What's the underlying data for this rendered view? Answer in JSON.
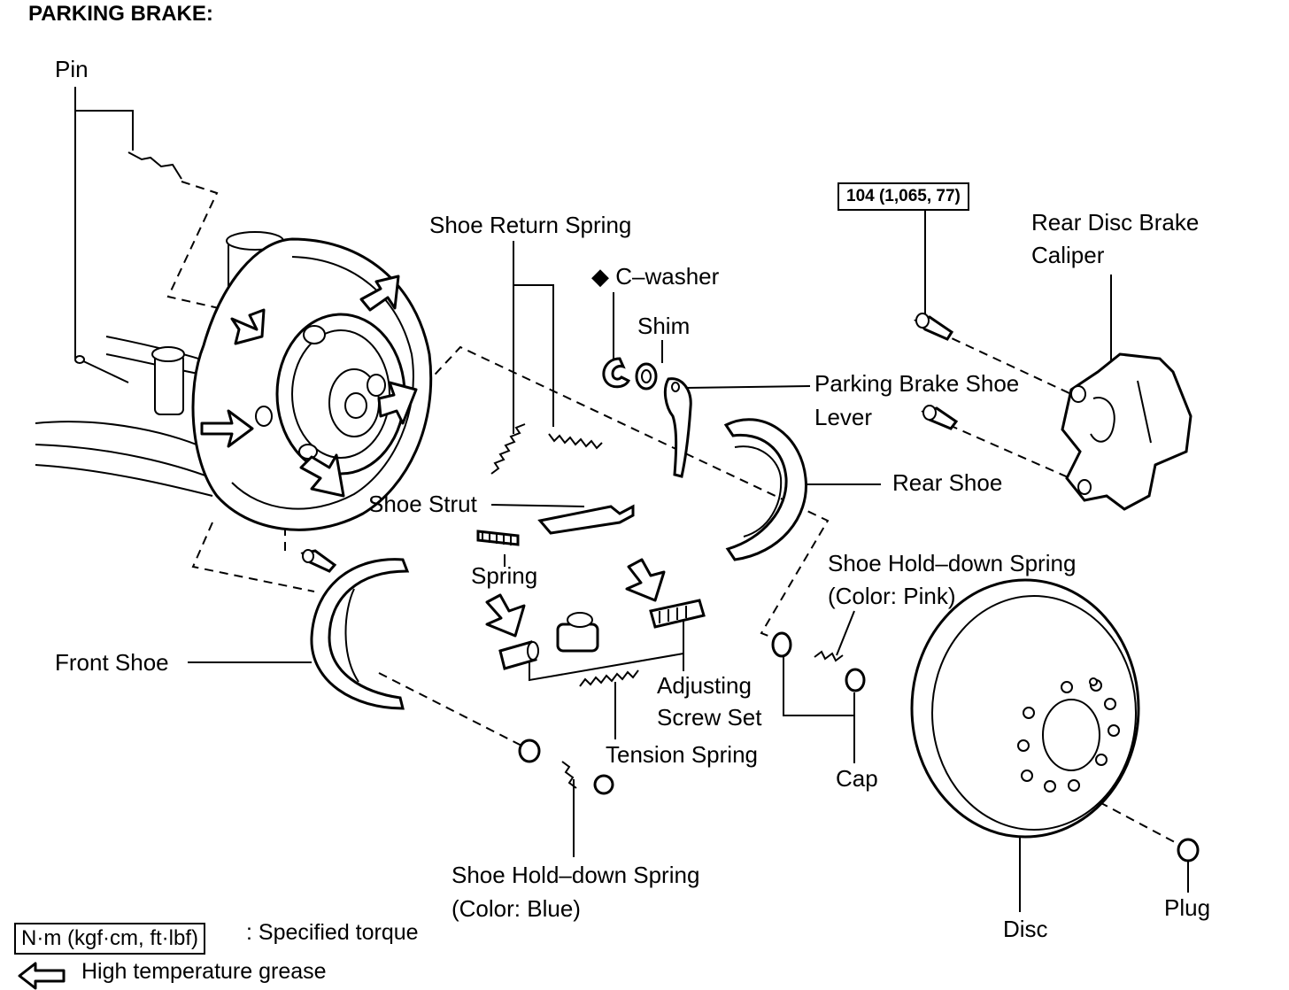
{
  "title": "PARKING BRAKE:",
  "torque_spec": "104 (1,065, 77)",
  "labels": {
    "pin": "Pin",
    "shoe_return_spring": "Shoe Return Spring",
    "c_washer": "◆ C–washer",
    "shim": "Shim",
    "parking_brake_shoe_lever_1": "Parking Brake Shoe",
    "parking_brake_shoe_lever_2": "Lever",
    "rear_disc_brake_caliper_1": "Rear Disc Brake",
    "rear_disc_brake_caliper_2": "Caliper",
    "rear_shoe": "Rear Shoe",
    "shoe_strut": "Shoe Strut",
    "spring": "Spring",
    "shoe_hold_down_spring_pink_1": "Shoe Hold–down Spring",
    "shoe_hold_down_spring_pink_2": "(Color: Pink)",
    "front_shoe": "Front Shoe",
    "adjusting_screw_set_1": "Adjusting",
    "adjusting_screw_set_2": "Screw Set",
    "tension_spring": "Tension Spring",
    "cap": "Cap",
    "shoe_hold_down_spring_blue_1": "Shoe Hold–down Spring",
    "shoe_hold_down_spring_blue_2": "(Color: Blue)",
    "disc": "Disc",
    "plug": "Plug"
  },
  "legend": {
    "torque_unit": "N·m (kgf·cm, ft·lbf)",
    "torque_desc": ": Specified torque",
    "grease_desc": "High temperature grease"
  }
}
